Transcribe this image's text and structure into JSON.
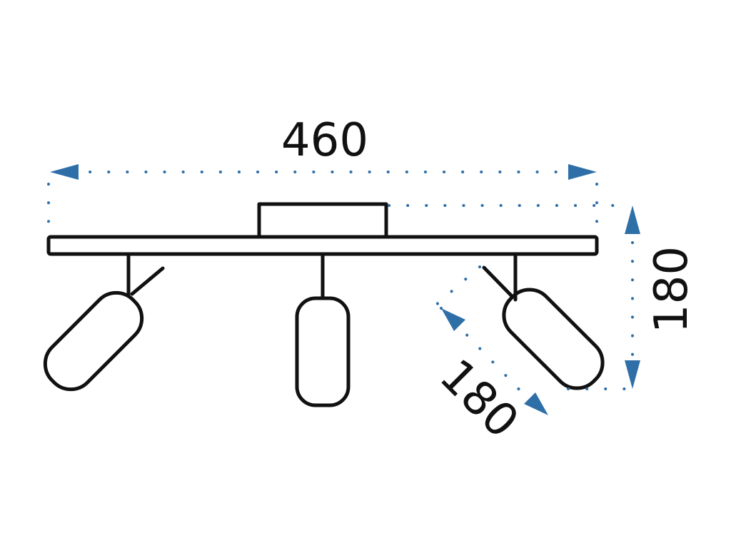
{
  "dimensions": {
    "width": {
      "value": "460"
    },
    "height": {
      "value": "180"
    },
    "diagonal": {
      "value": "180"
    }
  },
  "colors": {
    "outline": "#111111",
    "dimension": "#2f6fa8"
  }
}
